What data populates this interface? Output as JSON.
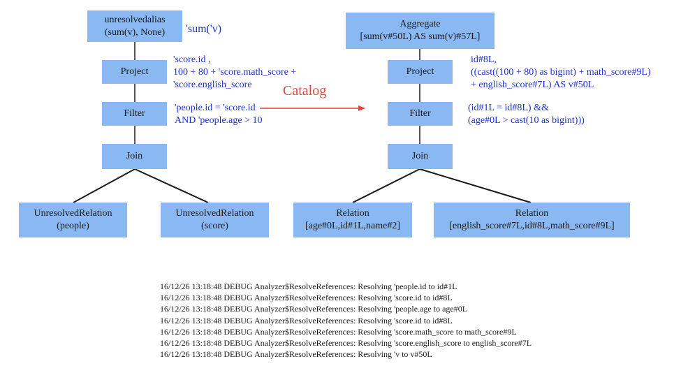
{
  "colors": {
    "node_fill": "#8ab8f2",
    "annotation_text": "#1c2fd0",
    "catalog_arrow": "#e0443a",
    "edge": "#1a1a1a"
  },
  "left_tree": {
    "root": [
      "unresolvedalias",
      "(sum(v), None)"
    ],
    "project": "Project",
    "filter": "Filter",
    "join": "Join",
    "rel_left": [
      "UnresolvedRelation",
      "(people)"
    ],
    "rel_right": [
      "UnresolvedRelation",
      "(score)"
    ],
    "root_anno": "'sum('v)",
    "project_anno": [
      "'score.id ,",
      "100 + 80 + 'score.math_score +",
      "'score.english_score"
    ],
    "filter_anno": [
      "'people.id = 'score.id",
      "AND 'people.age > 10"
    ]
  },
  "catalog_label": "Catalog",
  "right_tree": {
    "root": [
      "Aggregate",
      "[sum(v#50L) AS sum(v)#57L]"
    ],
    "project": "Project",
    "filter": "Filter",
    "join": "Join",
    "rel_left": [
      "Relation",
      "[age#0L,id#1L,name#2]"
    ],
    "rel_right": [
      "Relation",
      "[english_score#7L,id#8L,math_score#9L]"
    ],
    "project_anno": [
      "id#8L,",
      "((cast((100 + 80) as bigint) + math_score#9L)",
      "+ english_score#7L) AS v#50L"
    ],
    "filter_anno": [
      "(id#1L = id#8L) &&",
      "(age#0L > cast(10 as bigint)))"
    ]
  },
  "log_lines": [
    "16/12/26 13:18:48 DEBUG Analyzer$ResolveReferences: Resolving 'people.id to id#1L",
    "16/12/26 13:18:48 DEBUG Analyzer$ResolveReferences: Resolving 'score.id to id#8L",
    "16/12/26 13:18:48 DEBUG Analyzer$ResolveReferences: Resolving 'people.age to age#0L",
    "16/12/26 13:18:48 DEBUG Analyzer$ResolveReferences: Resolving 'score.id to id#8L",
    "16/12/26 13:18:48 DEBUG Analyzer$ResolveReferences: Resolving 'score.math_score to math_score#9L",
    "16/12/26 13:18:48 DEBUG Analyzer$ResolveReferences: Resolving 'score.english_score to english_score#7L",
    "16/12/26 13:18:48 DEBUG Analyzer$ResolveReferences: Resolving 'v to v#50L"
  ]
}
